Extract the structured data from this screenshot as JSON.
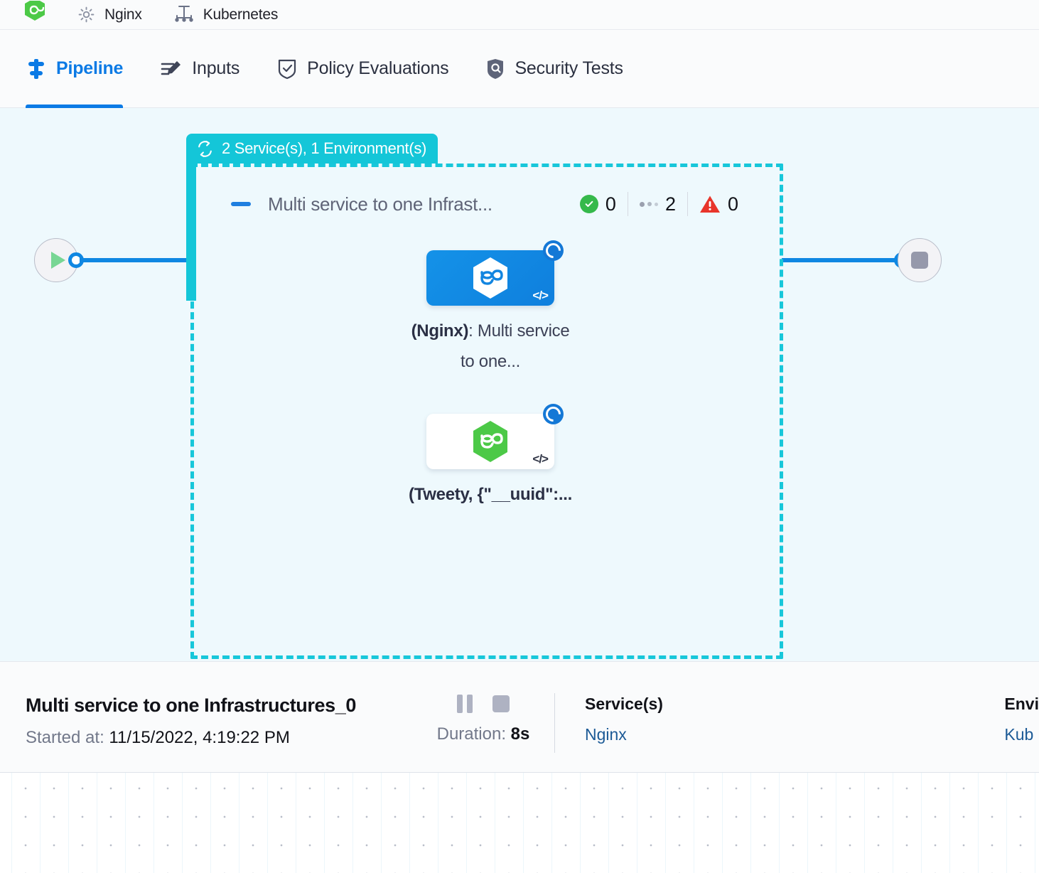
{
  "breadcrumbs": [
    {
      "icon": "hexagon-green-icon",
      "label": ""
    },
    {
      "icon": "gear-icon",
      "label": "Nginx"
    },
    {
      "icon": "kubernetes-icon",
      "label": "Kubernetes"
    }
  ],
  "tabs": [
    {
      "id": "pipeline",
      "label": "Pipeline",
      "icon": "pipeline-icon",
      "active": true
    },
    {
      "id": "inputs",
      "label": "Inputs",
      "icon": "inputs-icon",
      "active": false
    },
    {
      "id": "policy",
      "label": "Policy Evaluations",
      "icon": "shield-check-icon",
      "active": false
    },
    {
      "id": "security",
      "label": "Security Tests",
      "icon": "shield-scan-icon",
      "active": false
    }
  ],
  "canvas": {
    "start_node": {
      "icon": "play-icon"
    },
    "end_node": {
      "icon": "stop-icon"
    },
    "stage": {
      "group_label": "2 Service(s), 1 Environment(s)",
      "group_label_icon": "loop-repeat-icon",
      "title": "Multi service to one Infrast...",
      "collapse_icon": "collapse-minus-icon",
      "status": [
        {
          "icon": "check-circle-icon",
          "count": "0"
        },
        {
          "icon": "in-progress-dots-icon",
          "count": "2"
        },
        {
          "icon": "warning-triangle-icon",
          "count": "0"
        }
      ],
      "nodes": [
        {
          "id": "nginx-node",
          "icon": "infinity-hexagon-icon",
          "code_glyph": "</>",
          "badge": "running-spinner-icon",
          "label_bold": "(Nginx)",
          "label_rest": ": Multi service to one..."
        },
        {
          "id": "tweety-node",
          "icon": "infinity-hexagon-green-icon",
          "code_glyph": "</>",
          "badge": "running-spinner-icon",
          "label_bold": "(Tweety, {\"__uuid\":...",
          "label_rest": ""
        }
      ]
    }
  },
  "detail_bar": {
    "title": "Multi service to one Infrastructures_0",
    "started_label": "Started at:",
    "started_value": "11/15/2022, 4:19:22 PM",
    "pause_icon": "pause-icon",
    "stop_icon": "stop-icon",
    "duration_label": "Duration:",
    "duration_value": "8s",
    "columns": [
      {
        "header": "Service(s)",
        "value": "Nginx"
      },
      {
        "header": "Envi",
        "value": "Kub"
      }
    ]
  },
  "colors": {
    "accent_blue": "#0b7ae5",
    "stage_cyan": "#17c7da",
    "canvas_bg": "#eef9fd",
    "success_green": "#35b94b",
    "danger_red": "#e8352b",
    "link_blue": "#1c5a96"
  }
}
